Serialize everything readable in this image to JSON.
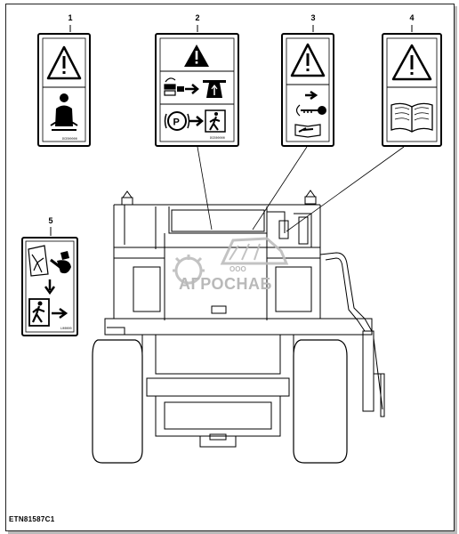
{
  "figure_id": "ETN81587C1",
  "callouts": [
    "1",
    "2",
    "3",
    "4",
    "5"
  ],
  "decal_codes": {
    "decal_1": "DCE00000",
    "decal_2_bottom": "DCE00000",
    "decal_5": "L00000"
  },
  "watermark": {
    "company_prefix": "ООО",
    "brand": "АГРОСНАБ"
  },
  "icons": {
    "decal_1": [
      "warning-triangle-icon",
      "operator-seat-icon"
    ],
    "decal_2": [
      "warning-triangle-icon",
      "hydraulic-lever-icon",
      "arrow-right-icon",
      "machine-raise-icon",
      "parking-brake-icon",
      "exit-door-icon"
    ],
    "decal_3": [
      "warning-triangle-icon",
      "arrow-right-icon",
      "key-icon",
      "service-manual-icon"
    ],
    "decal_4": [
      "warning-triangle-icon",
      "open-book-icon"
    ],
    "decal_5": [
      "broken-glass-icon",
      "hammer-icon",
      "down-arrow-icon",
      "emergency-exit-icon"
    ]
  }
}
